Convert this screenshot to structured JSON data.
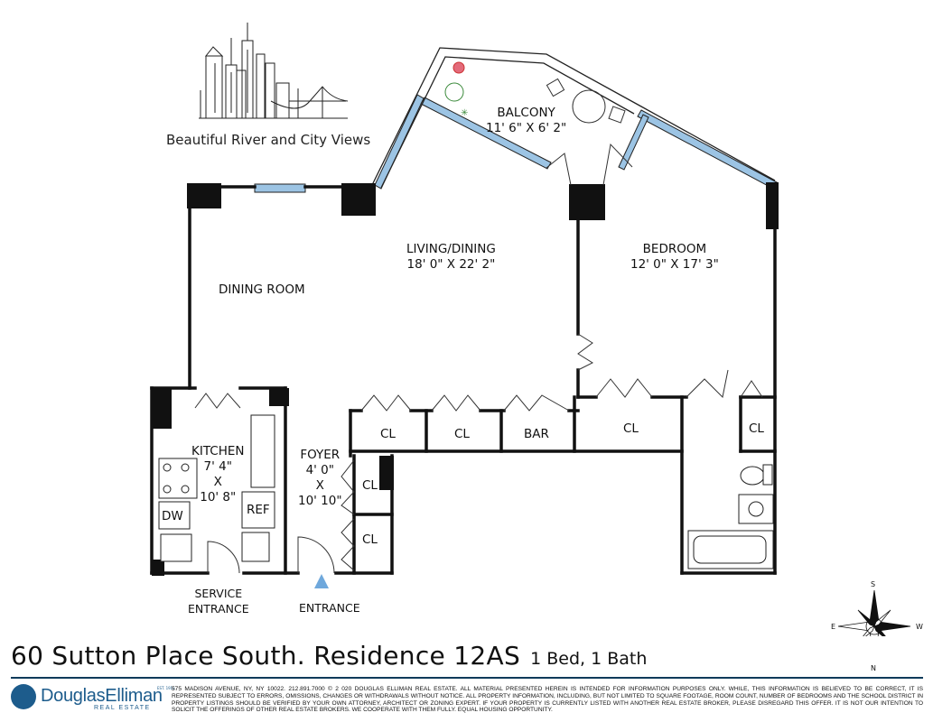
{
  "tagline": "Beautiful River and City Views",
  "rooms": {
    "balcony": {
      "name": "BALCONY",
      "dims": "11' 6\" X 6' 2\""
    },
    "living": {
      "name": "LIVING/DINING",
      "dims": "18' 0\" X 22' 2\""
    },
    "bedroom": {
      "name": "BEDROOM",
      "dims": "12' 0\" X 17' 3\""
    },
    "dining": {
      "name": "DINING ROOM"
    },
    "kitchen": {
      "name": "KITCHEN",
      "dim1": "7' 4\"",
      "x": "X",
      "dim2": "10' 8\""
    },
    "foyer": {
      "name": "FOYER",
      "dim1": "4' 0\"",
      "x": "X",
      "dim2": "10' 10\""
    }
  },
  "closets": {
    "cl1": "CL",
    "cl2": "CL",
    "bar": "BAR",
    "cl3": "CL",
    "cl4": "CL",
    "cl5": "CL",
    "cl6": "CL"
  },
  "appliances": {
    "dw": "DW",
    "ref": "REF"
  },
  "entrances": {
    "service_line1": "SERVICE",
    "service_line2": "ENTRANCE",
    "main": "ENTRANCE"
  },
  "compass": {
    "n": "N",
    "s": "S",
    "e": "E",
    "w": "W"
  },
  "title": "60 Sutton Place South. Residence 12AS",
  "subtitle": "1 Bed, 1 Bath",
  "logo": {
    "name": "DouglasElliman",
    "sub": "REAL ESTATE",
    "est": "EST. 1911"
  },
  "disclaimer": "575 MADISON AVENUE, NY, NY 10022. 212.891.7000 © 2 020 DOUGLAS ELLIMAN REAL ESTATE. ALL MATERIAL PRESENTED HEREIN IS INTENDED FOR INFORMATION PURPOSES ONLY. WHILE, THIS INFORMATION IS BELIEVED TO BE CORRECT, IT IS REPRESENTED SUBJECT TO ERRORS, OMISSIONS, CHANGES OR WITHDRAWALS WITHOUT NOTICE. ALL PROPERTY INFORMATION, INCLUDING, BUT NOT LIMITED TO SQUARE FOOTAGE, ROOM COUNT, NUMBER OF BEDROOMS AND THE SCHOOL DISTRICT IN PROPERTY LISTINGS SHOULD BE VERIFIED BY YOUR OWN ATTORNEY, ARCHITECT OR ZONING EXPERT. IF YOUR PROPERTY IS CURRENTLY LISTED WITH ANOTHER REAL ESTATE BROKER, PLEASE DISREGARD THIS OFFER. IT IS NOT OUR INTENTION TO SOLICIT THE OFFERINGS OF OTHER REAL ESTATE BROKERS. WE COOPERATE WITH THEM FULLY. EQUAL HOUSING OPPORTUNITY.",
  "colors": {
    "wall": "#111111",
    "window": "#7fb3d8",
    "accent": "#1d5c8c",
    "entry_arrow": "#6fa8dc"
  }
}
